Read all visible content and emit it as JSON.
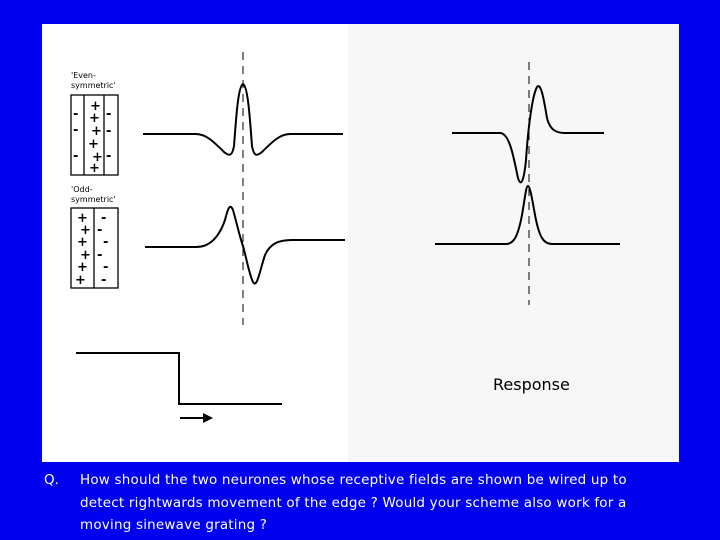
{
  "labels": {
    "even_line1": "'Even-",
    "even_line2": "symmetric'",
    "odd_line1": "'Odd-",
    "odd_line2": "symmetric'",
    "response": "Response"
  },
  "receptive_fields": {
    "even": {
      "left": [
        "-",
        "-",
        "-"
      ],
      "center": [
        "+",
        "+",
        "+",
        "+",
        "+",
        "+"
      ],
      "right": [
        "-",
        "-",
        "-"
      ]
    },
    "odd": {
      "left": [
        "+",
        "+",
        "+",
        "+",
        "+",
        "+"
      ],
      "right": [
        "-",
        "-",
        "-",
        "-",
        "-",
        "-"
      ]
    }
  },
  "question": {
    "marker": "Q.",
    "line1": "How should the two neurones whose receptive fields are shown  be wired up to",
    "line2": "detect rightwards movement of the edge ?  Would your scheme also work for a",
    "line3": "moving sinewave grating ?"
  },
  "colors": {
    "background": "#0000ee",
    "panel": "#ffffff",
    "ink": "#000000",
    "question_text": "#ffffff"
  }
}
